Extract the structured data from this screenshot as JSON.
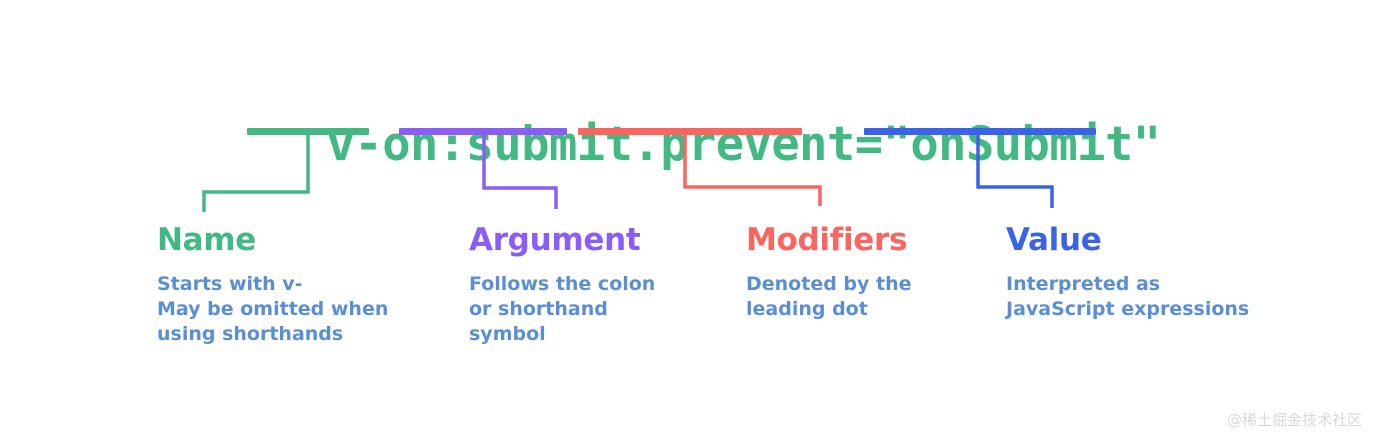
{
  "code": {
    "full_text": "v-on:submit.prevent=\"onSubmit\"",
    "color": "#42b883",
    "segments": [
      {
        "text": "v-on",
        "color": "#42b883"
      },
      {
        "text": ":submit",
        "color": "#42b883"
      },
      {
        "text": ".prevent",
        "color": "#42b883"
      },
      {
        "text": "=\"onSubmit\"",
        "color": "#42b883"
      }
    ]
  },
  "groups": [
    {
      "key": "name",
      "title": "Name",
      "color": "#42b883",
      "desc_lines": [
        "Starts with v-",
        "May be omitted when",
        "using shorthands"
      ]
    },
    {
      "key": "argument",
      "title": "Argument",
      "color": "#8b5cf6",
      "desc_lines": [
        "Follows the colon",
        "or shorthand",
        "symbol"
      ]
    },
    {
      "key": "modifiers",
      "title": "Modifiers",
      "color": "#fa6560",
      "desc_lines": [
        "Denoted by the",
        "leading dot"
      ]
    },
    {
      "key": "value",
      "title": "Value",
      "color": "#3b63e8",
      "desc_lines": [
        "Interpreted as",
        "JavaScript expressions"
      ]
    }
  ],
  "desc_color": "#5b8fd4",
  "watermark": "@稀土掘金技术社区"
}
